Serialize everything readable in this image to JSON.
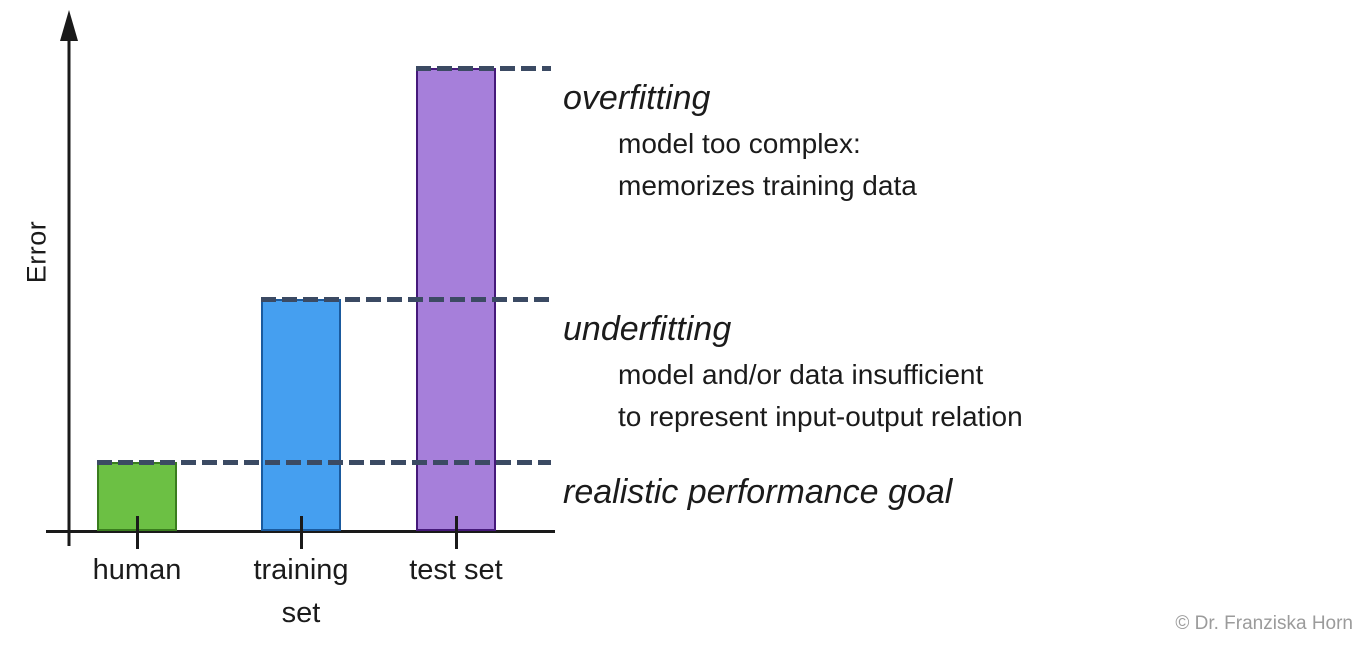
{
  "page": {
    "background": "#ffffff"
  },
  "chart_data": {
    "type": "bar",
    "title": "",
    "xlabel": "",
    "ylabel": "Error",
    "ylim": [
      0,
      1.12
    ],
    "grid": false,
    "legend": "none",
    "categories": [
      "human",
      "training set",
      "test set"
    ],
    "category_label_lines": [
      [
        "human"
      ],
      [
        "training",
        "set"
      ],
      [
        "test set"
      ]
    ],
    "values": [
      0.15,
      0.5,
      1.0
    ],
    "bar_styles": [
      {
        "fill": "#6cc044",
        "border": "#3a7d1e"
      },
      {
        "fill": "#459ff0",
        "border": "#1a5a9e"
      },
      {
        "fill": "#a67fda",
        "border": "#45197a"
      }
    ],
    "dash_color": "#3b4a63",
    "axis_color": "#1a1a1a",
    "annotations": [
      {
        "bar": "test set",
        "level": 1.0,
        "title": "overfitting",
        "lines": [
          "model too complex:",
          "memorizes training data"
        ]
      },
      {
        "bar": "training set",
        "level": 0.5,
        "title": "underfitting",
        "lines": [
          "model and/or data insufficient",
          "to represent input-output relation"
        ]
      },
      {
        "bar": "human",
        "level": 0.15,
        "title": "realistic performance goal",
        "lines": []
      }
    ]
  },
  "footer": {
    "copyright": "© Dr. Franziska Horn",
    "color": "#9b9b9b"
  }
}
